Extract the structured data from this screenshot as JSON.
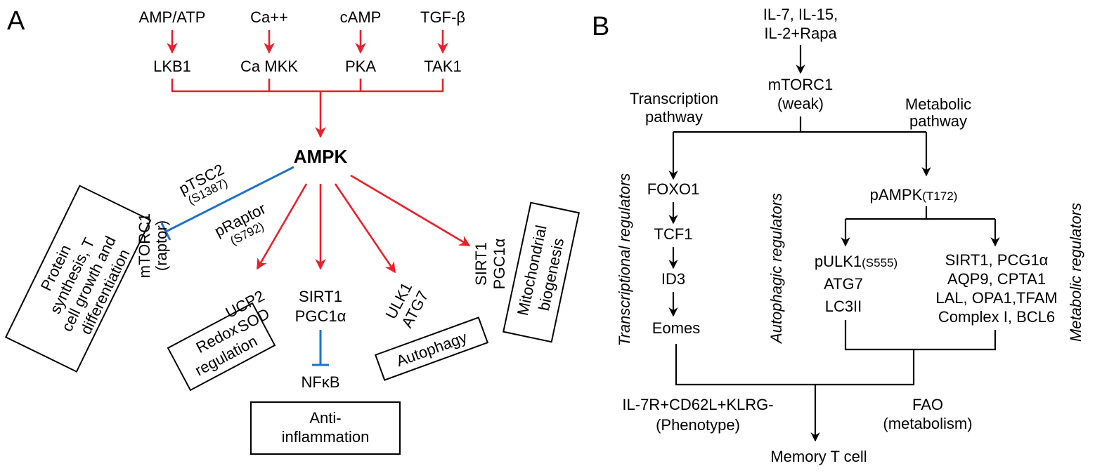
{
  "panel_a": {
    "label": "A",
    "inputs": [
      "AMP/ATP",
      "Ca++",
      "cAMP",
      "TGF-β"
    ],
    "kinases": [
      "LKB1",
      "Ca MKK",
      "PKA",
      "TAK1"
    ],
    "hub": "AMPK",
    "inhibit_labels": {
      "ptsc2": "pTSC2",
      "ptsc2_site": "(S1387)",
      "praptor": "pRaptor",
      "praptor_site": "(S792)"
    },
    "mtorc1": {
      "line1": "mTORC1",
      "line2": "(raptor)"
    },
    "box_protein": [
      "Protein",
      "synthesis, T",
      "cell growth and",
      "differentiation"
    ],
    "targets": {
      "ucp2_l1": "UCP2",
      "ucp2_l2": "SOD",
      "sirt1_l1": "SIRT1",
      "sirt1_l2": "PGC1α",
      "ulk1_l1": "ULK1",
      "ulk1_l2": "ATG7",
      "mito_l1": "SIRT1",
      "mito_l2": "PGC1α"
    },
    "nfkb": "NFκB",
    "box_redox": [
      "Redox",
      "regulation"
    ],
    "box_anti": [
      "Anti-",
      "inflammation"
    ],
    "box_autophagy": "Autophagy",
    "box_mito": [
      "Mitochondrial",
      "biogenesis"
    ]
  },
  "panel_b": {
    "label": "B",
    "cytokines": [
      "IL-7, IL-15,",
      "IL-2+Rapa"
    ],
    "mtorc1": [
      "mTORC1",
      "(weak)"
    ],
    "transcription_pathway": [
      "Transcription",
      "pathway"
    ],
    "metabolic_pathway": [
      "Metabolic",
      "pathway"
    ],
    "tf_chain": [
      "FOXO1",
      "TCF1",
      "ID3",
      "Eomes"
    ],
    "pampk": "pAMPK",
    "pampk_site": "(T172)",
    "pulk1": "pULK1",
    "pulk1_site": "(S555)",
    "autophagy_genes": [
      "ATG7",
      "LC3II"
    ],
    "metabolic_genes": [
      "SIRT1, PCG1α",
      "AQP9, CPTA1",
      "LAL, OPA1,TFAM",
      "Complex I, BCL6"
    ],
    "side_transcriptional": "Transcriptional regulators",
    "side_autophagic": "Autophagic regulators",
    "side_metabolic": "Metabolic regulators",
    "phenotype": [
      "IL-7R+CD62L+KLRG-",
      "(Phenotype)"
    ],
    "fao": [
      "FAO",
      "(metabolism)"
    ],
    "memory": "Memory T cell"
  },
  "colors": {
    "activation": "#e8202a",
    "inhibition": "#2072c4",
    "neutral": "#000000"
  }
}
